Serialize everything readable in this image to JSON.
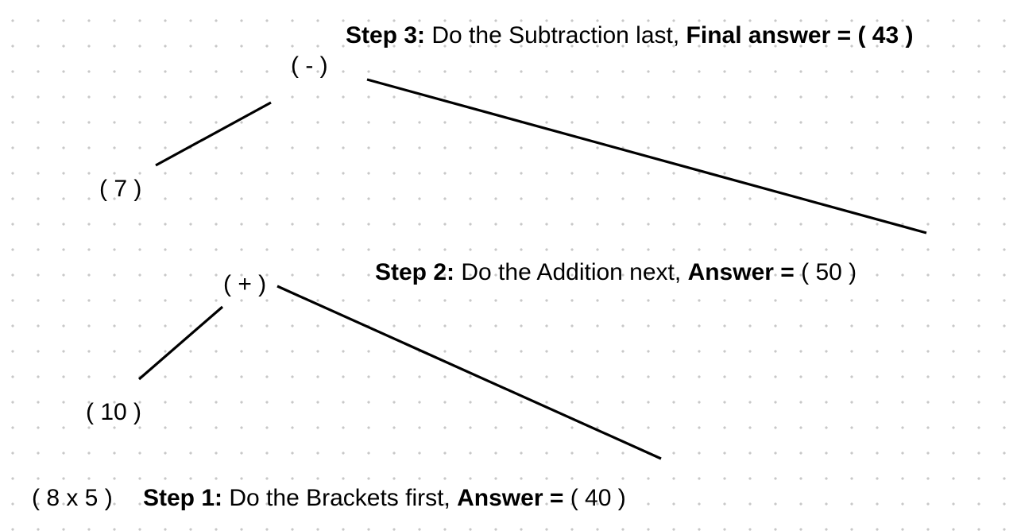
{
  "tree": {
    "root": {
      "label": "( - )"
    },
    "left_leaf": {
      "label": "( 7 )"
    },
    "add_node": {
      "label": "( + )"
    },
    "add_left_leaf": {
      "label": "( 10 )"
    },
    "bracket_leaf": {
      "label": "( 8 x 5 )"
    }
  },
  "steps": [
    {
      "label": "Step 3:",
      "text": " Do the Subtraction last, ",
      "answer_label": "Final answer = ",
      "answer_value": " ( 43 )"
    },
    {
      "label": "Step 2:",
      "text": " Do the Addition next, ",
      "answer_label": "Answer = ",
      "answer_value": " ( 50 )"
    },
    {
      "label": "Step 1:",
      "text": " Do the Brackets first, ",
      "answer_label": "Answer = ",
      "answer_value": " ( 40 )"
    }
  ],
  "colors": {
    "line": "#000000",
    "text": "#000000",
    "background": "#ffffff",
    "grid_dot": "#c8c8c8"
  }
}
